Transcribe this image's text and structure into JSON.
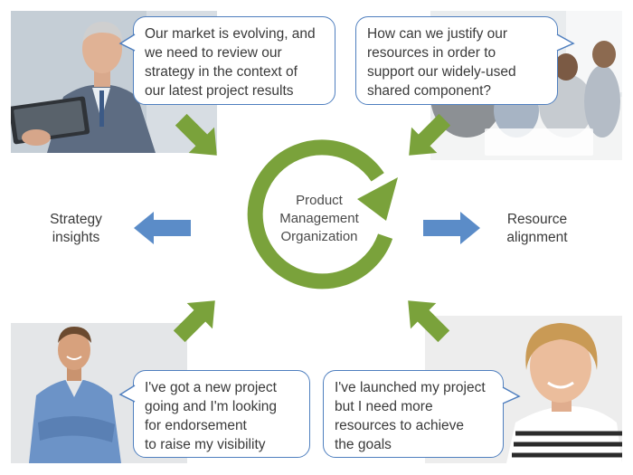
{
  "center": {
    "lines": [
      "Product",
      "Management",
      "Organization"
    ],
    "cycle_color": "#7aa23b"
  },
  "inputs": {
    "top_left": {
      "lines": [
        "Our market is evolving, and",
        "we need to review our",
        "strategy in the context of",
        "our latest project results"
      ]
    },
    "top_right": {
      "lines": [
        "How can we justify our",
        "resources in order to",
        "support our widely-used",
        "shared component?"
      ]
    },
    "bottom_left": {
      "lines": [
        "I've got a new project",
        "going and I'm looking",
        "for endorsement",
        "to raise my visibility"
      ]
    },
    "bottom_right": {
      "lines": [
        "I've launched my project",
        "but I need more",
        "resources to achieve",
        "the goals"
      ]
    }
  },
  "outputs": {
    "left": {
      "lines": [
        "Strategy",
        "insights"
      ]
    },
    "right": {
      "lines": [
        "Resource",
        "alignment"
      ]
    }
  },
  "colors": {
    "inbound_arrow": "#7aa23b",
    "outbound_arrow": "#5b8cc8",
    "bubble_border": "#4f7fbf"
  },
  "icons": {
    "photo_top_left": "businessman-with-tablet-photo",
    "photo_top_right": "team-meeting-photo",
    "photo_bottom_left": "smiling-man-photo",
    "photo_bottom_right": "smiling-woman-photo"
  }
}
